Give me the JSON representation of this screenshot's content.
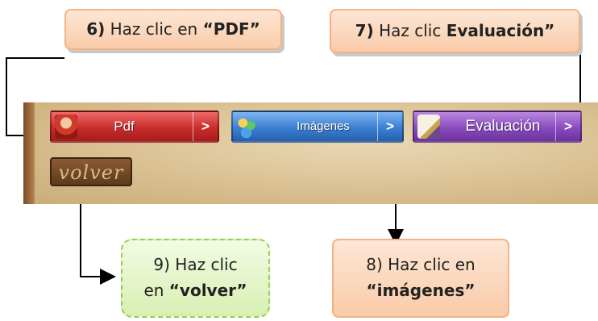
{
  "callouts": {
    "step6": {
      "prefix": "6)",
      "text": " Haz clic en ",
      "target": "“PDF”"
    },
    "step7": {
      "prefix": "7)",
      "text": " Haz clic ",
      "target": "Evaluación”"
    },
    "step8": {
      "line1": "8) Haz clic en",
      "target": "“imágenes”"
    },
    "step9": {
      "line1": "9) Haz clic",
      "line2_prefix": "en ",
      "target": "“volver”"
    }
  },
  "menu": {
    "pdf": {
      "label": "Pdf",
      "arrow": ">",
      "icon": "student-icon"
    },
    "imagenes": {
      "label": "Imágenes",
      "arrow": ">",
      "icon": "people-icon"
    },
    "evaluacion": {
      "label": "Evaluación",
      "arrow": ">",
      "icon": "clipboard-icon"
    },
    "volver": {
      "label": "volver"
    }
  },
  "colors": {
    "callout_orange": "#f9cba8",
    "callout_green": "#d8efb2",
    "pdf_button": "#c92c2c",
    "imagenes_button": "#3b7fd1",
    "evaluacion_button": "#8a4bbf"
  }
}
